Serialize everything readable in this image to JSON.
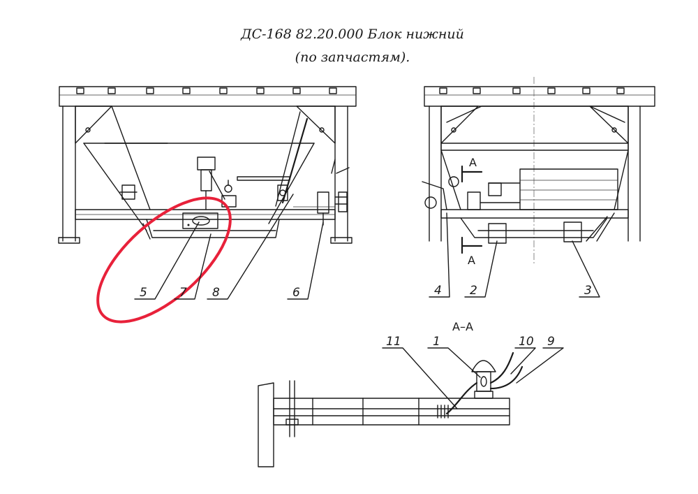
{
  "title": {
    "line1": "ДС-168 82.20.000 Блок нижний",
    "line2": "(по запчастям)."
  },
  "section": {
    "label": "А–А",
    "cut_mark_top": "А",
    "cut_mark_bottom": "А"
  },
  "callouts": {
    "front_view": [
      "5",
      "7",
      "8",
      "6"
    ],
    "side_view": [
      "4",
      "2",
      "3"
    ],
    "section_view": [
      "11",
      "1",
      "10",
      "9"
    ]
  },
  "colors": {
    "line": "#1a1a1a",
    "highlight": "#e8213a"
  }
}
